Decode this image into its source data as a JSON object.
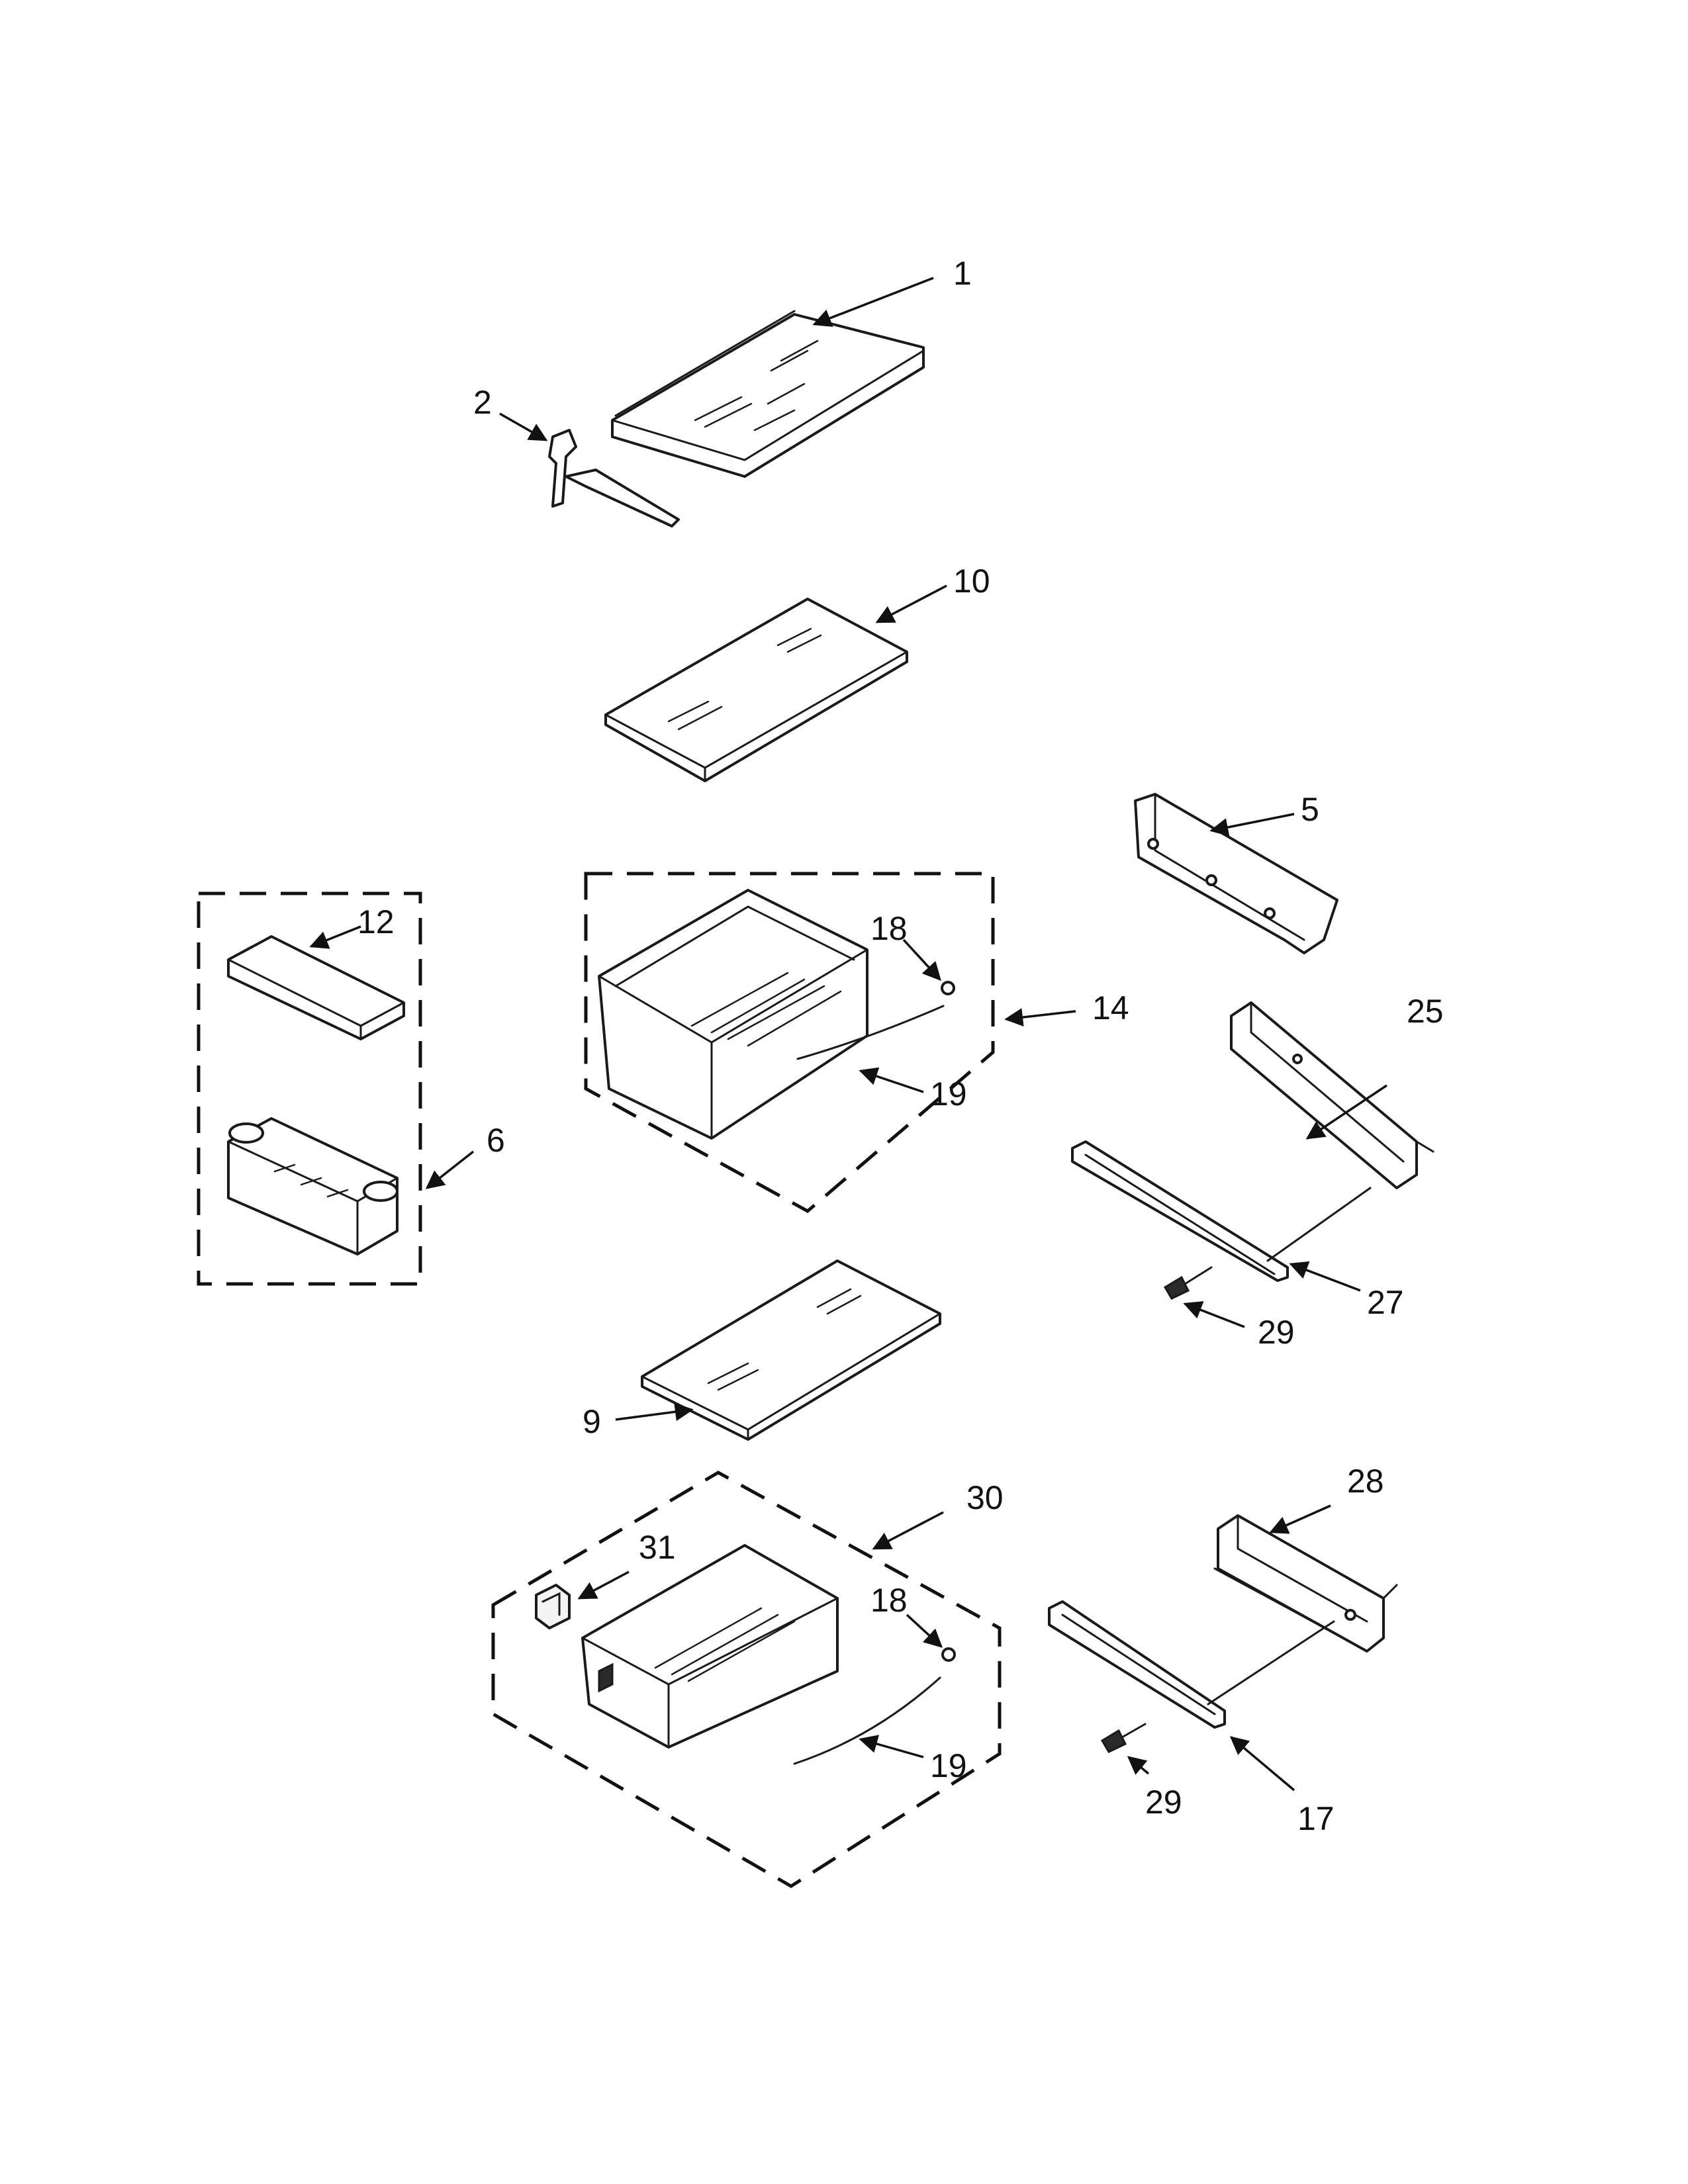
{
  "callouts": {
    "c1": "1",
    "c2": "2",
    "c5": "5",
    "c6": "6",
    "c9": "9",
    "c10": "10",
    "c12": "12",
    "c14": "14",
    "c17": "17",
    "c18a": "18",
    "c18b": "18",
    "c19a": "19",
    "c19b": "19",
    "c25": "25",
    "c27": "27",
    "c28": "28",
    "c29a": "29",
    "c29b": "29",
    "c30": "30",
    "c31": "31"
  }
}
